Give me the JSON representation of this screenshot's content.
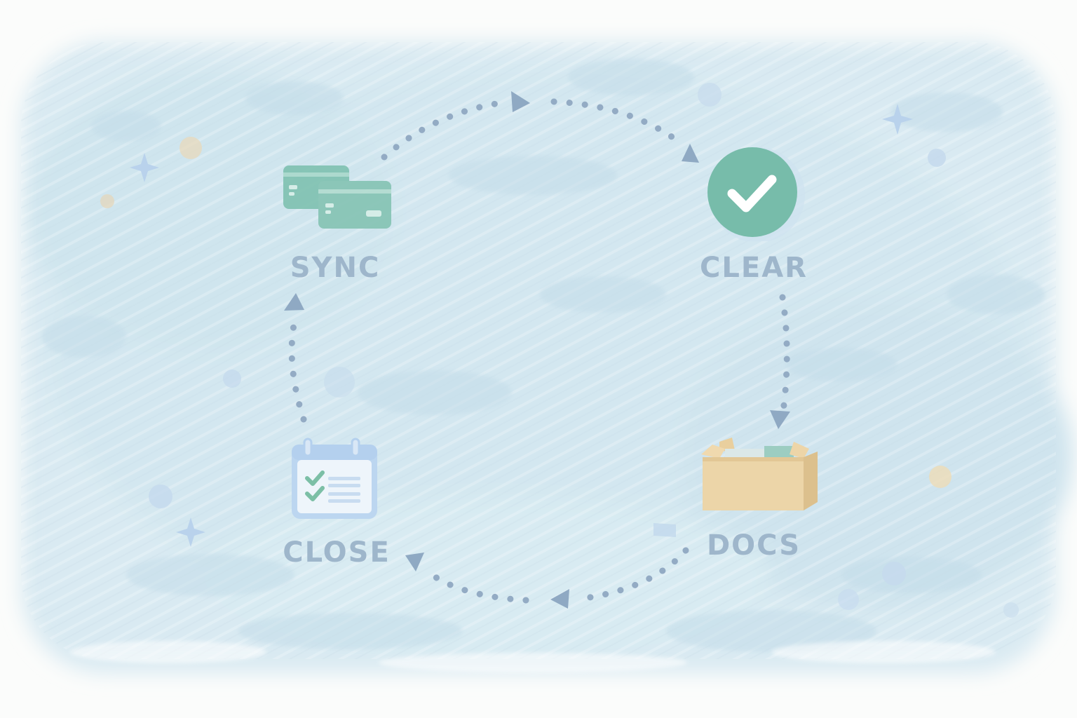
{
  "steps": [
    {
      "id": "sync",
      "label": "SYNC",
      "icon": "credit-cards-icon"
    },
    {
      "id": "clear",
      "label": "CLEAR",
      "icon": "checkmark-circle-icon"
    },
    {
      "id": "docs",
      "label": "DOCS",
      "icon": "document-box-icon"
    },
    {
      "id": "close",
      "label": "CLOSE",
      "icon": "calendar-checklist-icon"
    }
  ],
  "flow": [
    {
      "from": "sync",
      "to": "clear"
    },
    {
      "from": "clear",
      "to": "docs"
    },
    {
      "from": "docs",
      "to": "close"
    },
    {
      "from": "close",
      "to": "sync"
    }
  ],
  "colors": {
    "background": "#dcecf3",
    "label": "#9eb6cb",
    "arrow": "#93abc4",
    "card": "#7cbfae",
    "check": "#73bba8",
    "box": "#e9d2a4",
    "calendar": "#b8d2ee",
    "sparkle": "#b5d0ea"
  }
}
